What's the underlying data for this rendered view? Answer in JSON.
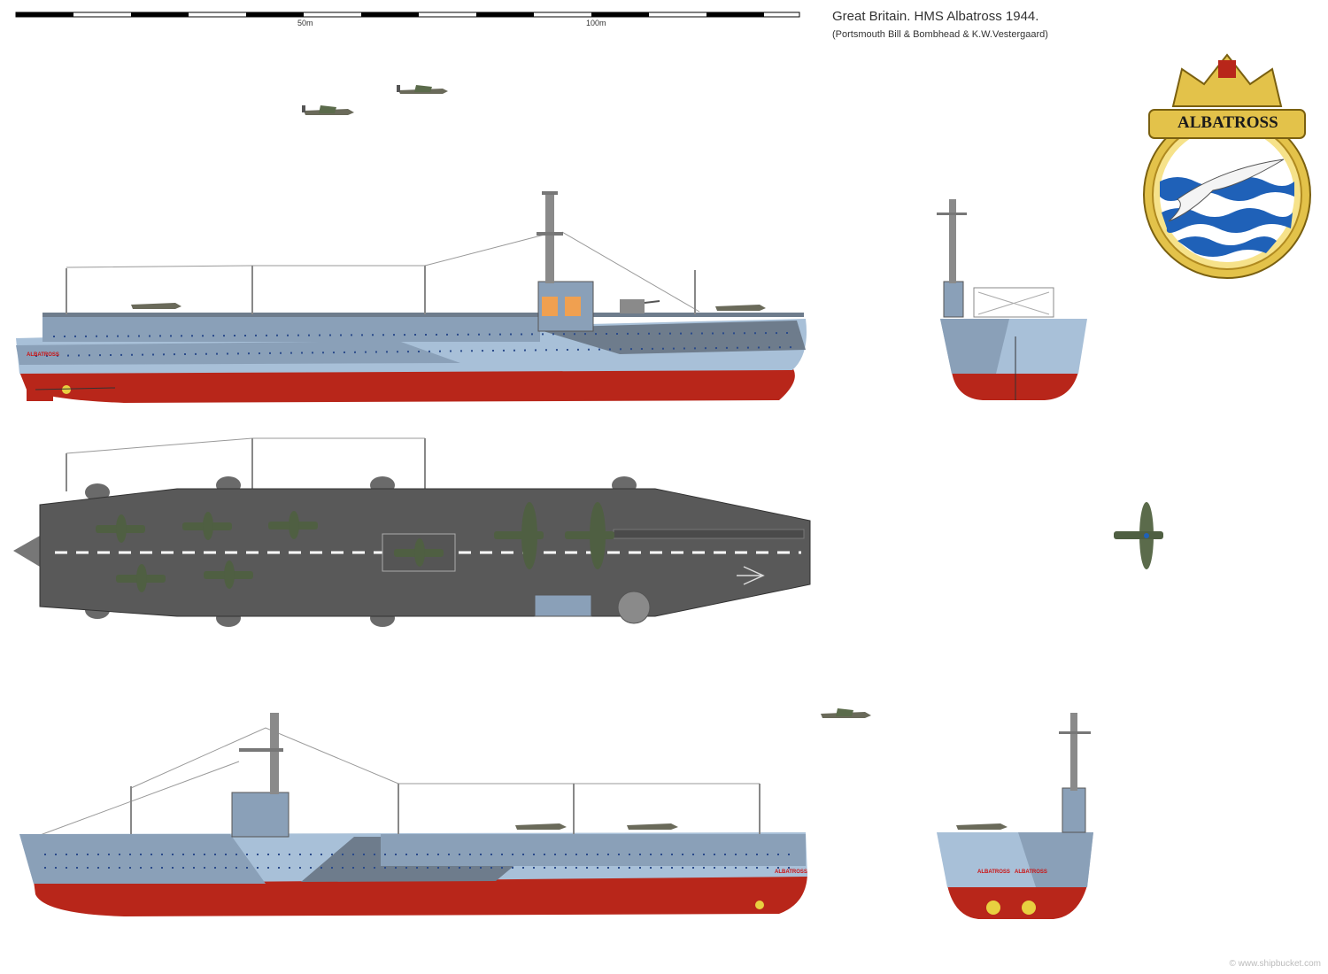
{
  "header": {
    "title": "Great Britain. HMS  Albatross 1944.",
    "credits": "(Portsmouth Bill & Bombhead & K.W.Vestergaard)"
  },
  "scale_bar": {
    "labels": [
      "50m",
      "100m"
    ]
  },
  "badge": {
    "ship_name": "ALBATROSS"
  },
  "hull_markings": {
    "starboard_name": "ALBATROSS",
    "port_name": "ALBATROSS",
    "stern_names": [
      "ALBATROSS",
      "ALBATROSS"
    ]
  },
  "watermark": "© www.shipbucket.com",
  "colors": {
    "hull_red": "#b8261a",
    "camo_light": "#a8c0d8",
    "camo_mid": "#8aa0b8",
    "camo_dark": "#6e7c8c",
    "deck_grey": "#595959",
    "badge_gold": "#e3c24a",
    "badge_blue": "#1f61b8"
  }
}
